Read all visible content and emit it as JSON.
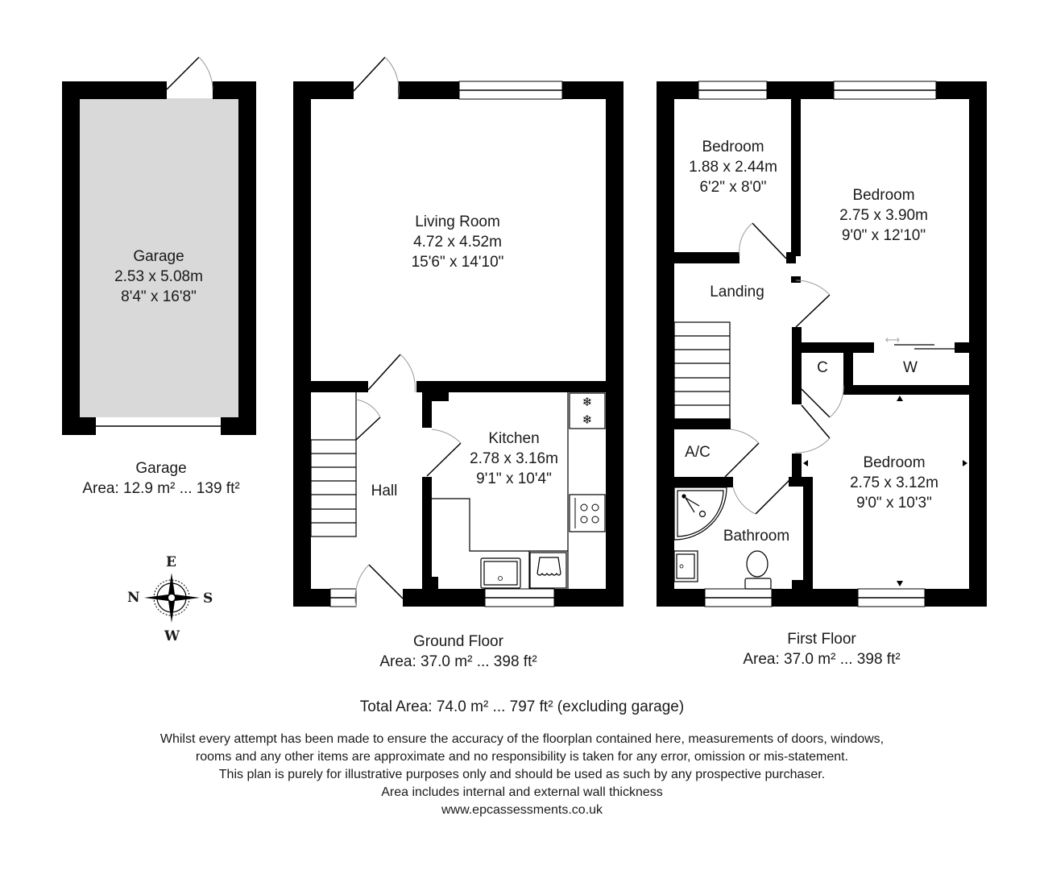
{
  "garage": {
    "room": {
      "name": "Garage",
      "metric": "2.53 x 5.08m",
      "imperial": "8'4\" x 16'8\""
    },
    "caption": {
      "title": "Garage",
      "area": "Area: 12.9 m² ... 139 ft²"
    }
  },
  "ground_floor": {
    "rooms": [
      {
        "name": "Living Room",
        "metric": "4.72 x 4.52m",
        "imperial": "15'6\" x 14'10\""
      },
      {
        "name": "Kitchen",
        "metric": "2.78 x 3.16m",
        "imperial": "9'1\" x 10'4\""
      },
      {
        "name": "Hall"
      }
    ],
    "caption": {
      "title": "Ground Floor",
      "area": "Area: 37.0 m² ... 398 ft²"
    }
  },
  "first_floor": {
    "rooms": [
      {
        "name": "Bedroom",
        "metric": "1.88 x 2.44m",
        "imperial": "6'2\" x 8'0\""
      },
      {
        "name": "Bedroom",
        "metric": "2.75 x 3.90m",
        "imperial": "9'0\" x 12'10\""
      },
      {
        "name": "Landing"
      },
      {
        "name": "C"
      },
      {
        "name": "W"
      },
      {
        "name": "A/C"
      },
      {
        "name": "Bathroom"
      },
      {
        "name": "Bedroom",
        "metric": "2.75 x 3.12m",
        "imperial": "9'0\" x 10'3\""
      }
    ],
    "caption": {
      "title": "First Floor",
      "area": "Area: 37.0 m² ... 398 ft²"
    }
  },
  "compass": {
    "top": "E",
    "left": "N",
    "right": "S",
    "bottom": "W"
  },
  "total_area": "Total Area: 74.0 m² ... 797 ft² (excluding garage)",
  "disclaimer": [
    "Whilst every attempt has been made to ensure the accuracy of the floorplan contained here, measurements of doors, windows,",
    "rooms and any other items are approximate and no responsibility is taken for any error, omission or mis-statement.",
    "This plan is purely for illustrative purposes only and should be used as such by any prospective purchaser.",
    "Area includes internal and external wall thickness",
    "www.epcassessments.co.uk"
  ],
  "colors": {
    "wall": "#000000",
    "garage_fill": "#d9d9d9",
    "background": "#ffffff"
  }
}
